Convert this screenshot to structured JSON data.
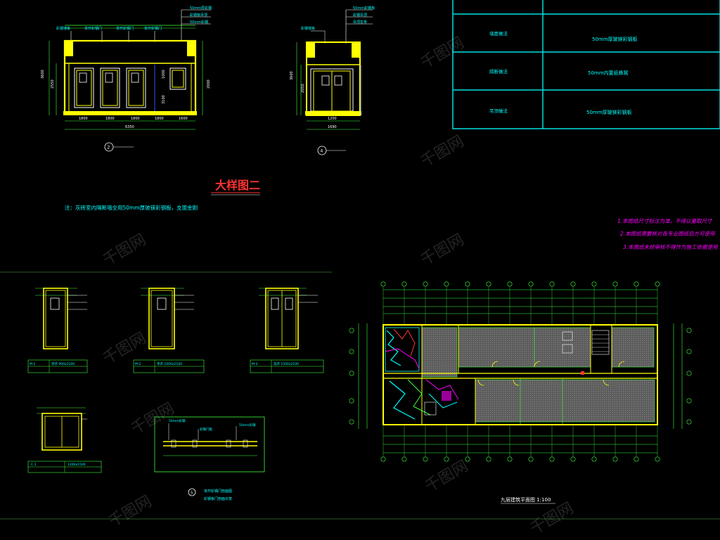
{
  "colors": {
    "background": "#000000",
    "yellow": "#ffff00",
    "cyan": "#00ffff",
    "green": "#33ff33",
    "red": "#ff3333",
    "magenta": "#ff00ff",
    "white": "#ffffff",
    "grey_hatch": "#808080",
    "blue": "#3050ff"
  },
  "detail_title": "大样图二",
  "detail_note": "注：灰砖室内隔断墙全用50mm厚玻镁彩钢板，支面金刚",
  "elevation_2": {
    "marker": "2",
    "dims": [
      "1800",
      "1800",
      "1800",
      "1800",
      "1600"
    ],
    "total": "6350",
    "heights": [
      "3600",
      "2550",
      "1000",
      "2000",
      "3100"
    ]
  },
  "elevation_4": {
    "marker": "4",
    "dims": [
      "1200"
    ],
    "total": "1690",
    "heights": [
      "3600",
      "2050"
    ]
  },
  "spec_table": {
    "rows": [
      {
        "label": "墙面做法",
        "value": "50mm厚玻镁彩钢板"
      },
      {
        "label": "隔断做法",
        "value": "50mm内置纸蜂窝"
      },
      {
        "label": "吊顶做法",
        "value": "50mm厚玻镁彩钢板"
      }
    ]
  },
  "notes": [
    "1.本图纸尺寸标注为准，不得以量取尺寸",
    "2.本图纸需要核对各专业图纸后方可使用",
    "3.本图纸未经审核不得作为施工依据使用"
  ],
  "door_tables": [
    {
      "code": "M-1",
      "spec": "单开 900x2100"
    },
    {
      "code": "M-2",
      "spec": "单开 1000x2100"
    },
    {
      "code": "M-3",
      "spec": "双开 1500x2100"
    },
    {
      "code": "C-1",
      "spec": "1200x1500"
    }
  ],
  "wall_section": {
    "marker": "5",
    "caption_1": "单开彩钢门剖面图",
    "caption_2": "彩钢板门剖面示意"
  },
  "plan_caption": "九层建筑平面图 1:100",
  "watermark": "千图网"
}
